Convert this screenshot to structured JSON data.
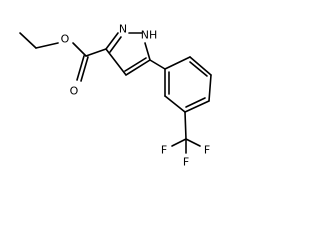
{
  "molecule": {
    "atoms": {
      "o_carbonyl": "O",
      "o_ester": "O",
      "n1": "N",
      "n2": "NH",
      "f1": "F",
      "f2": "F",
      "f3": "F"
    }
  },
  "colors": {
    "background": "#ffffff",
    "ink": "#000000"
  }
}
